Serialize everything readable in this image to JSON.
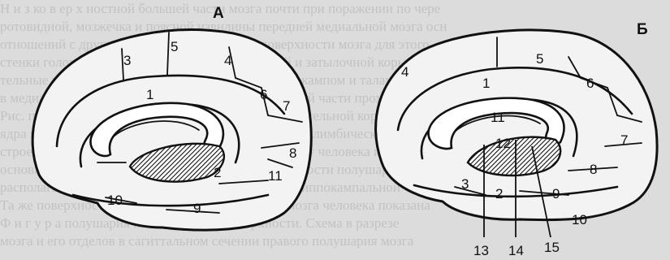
{
  "background_text": [
    "Н и з ко в ер х ностной большей части мозга почти при поражении по чере",
    "ротовидной, мозжечка и поясной извилины передней медиальной мозга осн",
    "отношений с другими частями лобной дели поверхности мозга для этого",
    "стенки головного мозга лобной и височной долей и затылочной коры мозга",
    "тельные и другие области которые связаны с гиппокампом и таламусом",
    "в медиальной поверхности мозга полушарий средней части проходят пути",
    "Рис. показывает переднюю поверхность мозга и зрительной коры человека",
    "ядра и другие подкорковые образования связанные с лимбической системой",
    "строения поверхностей полушарий большого мозга у человека и животных",
    "основные борозды и извилины медиальной поверхности полушария мозга",
    "располагаются в пределах поясной области и парагиппокампальной",
    "Та же поверхность коры лобной доли переднего мозга человека показана",
    "Ф и г у р а  полушария на медиальной поверхности. Схема в разрезе",
    "мозга и его отделов в сагиттальном сечении правого полушария мозга"
  ],
  "panel_labels": {
    "a": "А",
    "b": "Б"
  },
  "left_brain": {
    "labels": [
      "3",
      "5",
      "4",
      "1",
      "6",
      "7",
      "8",
      "2",
      "11",
      "10",
      "9"
    ]
  },
  "right_brain": {
    "labels": [
      "4",
      "5",
      "1",
      "6",
      "11",
      "12",
      "7",
      "8",
      "3",
      "2",
      "9",
      "10",
      "13",
      "14",
      "15"
    ]
  }
}
